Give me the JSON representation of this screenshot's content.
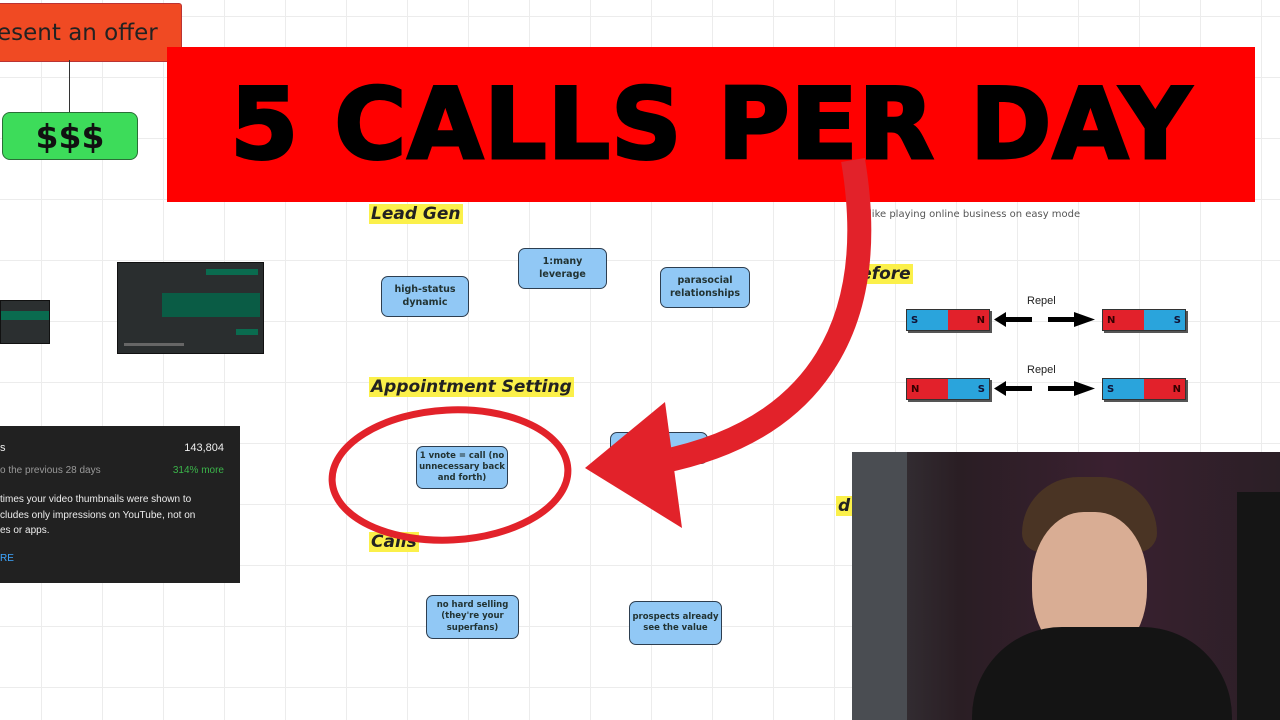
{
  "offer_box": {
    "label": "esent an offer"
  },
  "money_box": {
    "label": "$$$"
  },
  "banner": {
    "text": "5 CALLS PER DAY"
  },
  "sections": {
    "lead_gen": "Lead Gen",
    "appointment_setting": "Appointment Setting",
    "calls": "Calls",
    "before": "before",
    "partial": "d"
  },
  "caption": "It's like playing online business on easy mode",
  "nodes": {
    "high_status": "high-status dynamic",
    "leverage": "1:many leverage",
    "parasocial": "parasocial relationships",
    "vnote": "1 vnote = call (no unnecessary back and forth)",
    "no_hard_selling": "no hard selling (they're your superfans)",
    "prospects": "prospects already see the value"
  },
  "magnets": {
    "repel_label": "Repel",
    "row1": [
      [
        "S",
        "N"
      ],
      [
        "N",
        "S"
      ]
    ],
    "row2": [
      [
        "N",
        "S"
      ],
      [
        "S",
        "N"
      ]
    ]
  },
  "analytics_card": {
    "metric_label": "s",
    "metric_value": "143,804",
    "comparison": "o the previous 28 days",
    "change": "314% more",
    "description": "times your video thumbnails were shown to\ncludes only impressions on YouTube, not on\nes or apps.",
    "link": "RE"
  },
  "colors": {
    "banner": "#ff0000",
    "offer": "#f04a23",
    "money": "#3ddc5a",
    "node": "#91c8f5",
    "highlight": "#fbf04a",
    "arrow": "#e2222a"
  }
}
